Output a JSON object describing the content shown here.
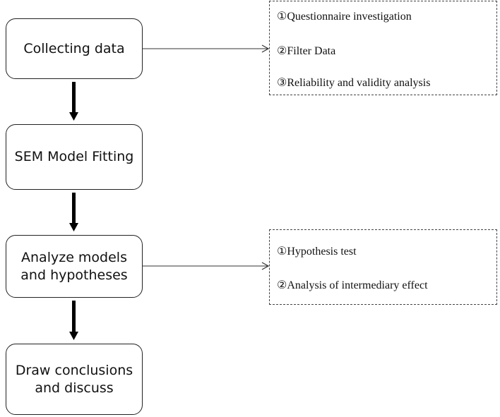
{
  "steps": [
    {
      "label": "Collecting data"
    },
    {
      "label": "SEM Model Fitting"
    },
    {
      "label": "Analyze models and hypotheses"
    },
    {
      "label": "Draw conclusions and discuss"
    }
  ],
  "notes": {
    "group_1": [
      "①Questionnaire investigation",
      "②Filter Data",
      "③Reliability and validity analysis"
    ],
    "group_2": [
      "①Hypothesis test",
      "②Analysis of intermediary effect"
    ]
  }
}
